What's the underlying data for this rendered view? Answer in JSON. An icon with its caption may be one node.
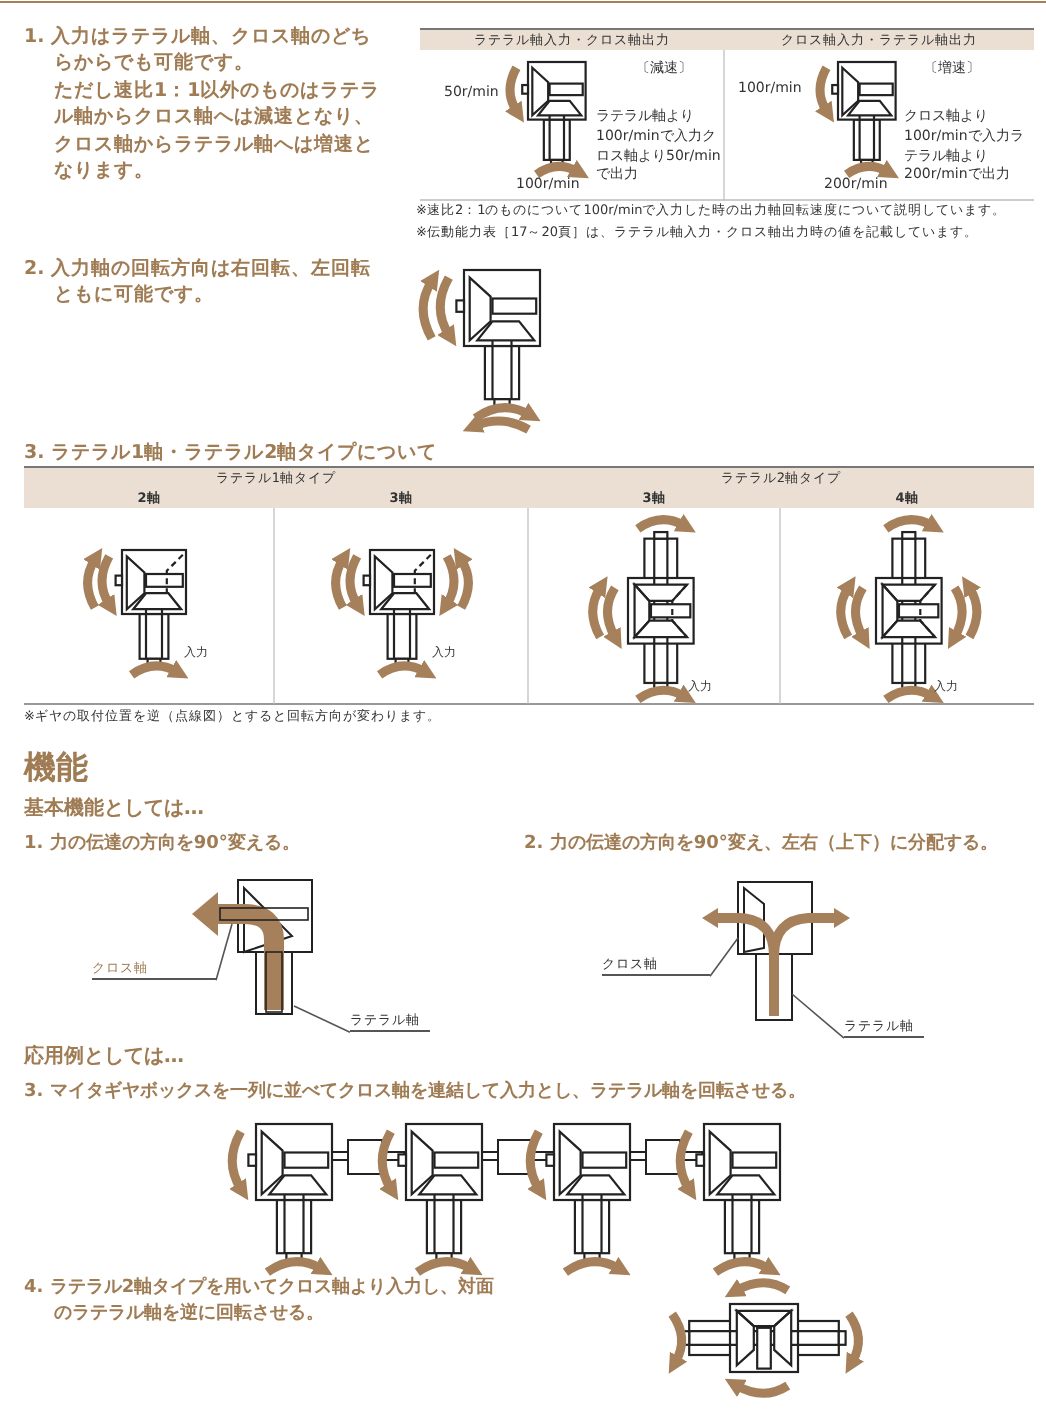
{
  "diagram": {
    "nodes": [
      {
        "text": [
          "クロス軸"
        ]
      },
      {
        "text": [
          "ラテラル軸"
        ]
      },
      {
        "text": [
          "クロス軸"
        ]
      },
      {
        "text": [
          "ラテラル軸"
        ]
      }
    ],
    "edges": [
      {
        "from": 0,
        "to": null,
        "arrow": "none"
      },
      {
        "from": 1,
        "to": null,
        "arrow": "none"
      },
      {
        "from": 2,
        "to": null,
        "arrow": "none"
      },
      {
        "from": 3,
        "to": null,
        "arrow": "none"
      }
    ],
    "labels": [
      "1. 入力はラテラル軸、クロス軸のどちらからでも可能です。",
      "ただし速比1：1以外のものはラテラル軸からクロス軸へは減速となり、クロス軸からラテラル軸へは増速となります。",
      "ラテラル軸入力・クロス軸出力",
      "クロス軸入力・ラテラル軸出力",
      "50r/min",
      "〔減速〕",
      "ラテラル軸より100r/minで入力クロス軸より50r/minで出力",
      "100r/min",
      "100r/min",
      "〔増速〕",
      "クロス軸より100r/minで入力ラテラル軸より200r/minで出力",
      "200r/min",
      "※速比2：1のものについて100r/minで入力した時の出力軸回転速度について説明しています。",
      "※伝動能力表［17～20頁］は、ラテラル軸入力・クロス軸出力時の値を記載しています。",
      "2. 入力軸の回転方向は右回転、左回転ともに可能です。",
      "3. ラテラル1軸・ラテラル2軸タイプについて",
      "ラテラル1軸タイプ",
      "ラテラル2軸タイプ",
      "2軸",
      "3軸",
      "3軸",
      "4軸",
      "入力",
      "入力",
      "入力",
      "入力",
      "※ギヤの取付位置を逆（点線図）とすると回転方向が変わります。",
      "機能",
      "基本機能としては…",
      "1. 力の伝達の方向を90°変える。",
      "2. 力の伝達の方向を90°変え、左右（上下）に分配する。",
      "応用例としては…",
      "3. マイタギヤボックスを一列に並べてクロス軸を連結して入力とし、ラテラル軸を回転させる。",
      "4. ラテラル2軸タイプを用いてクロス軸より入力し、対面のラテラル軸を逆に回転させる。"
    ]
  }
}
